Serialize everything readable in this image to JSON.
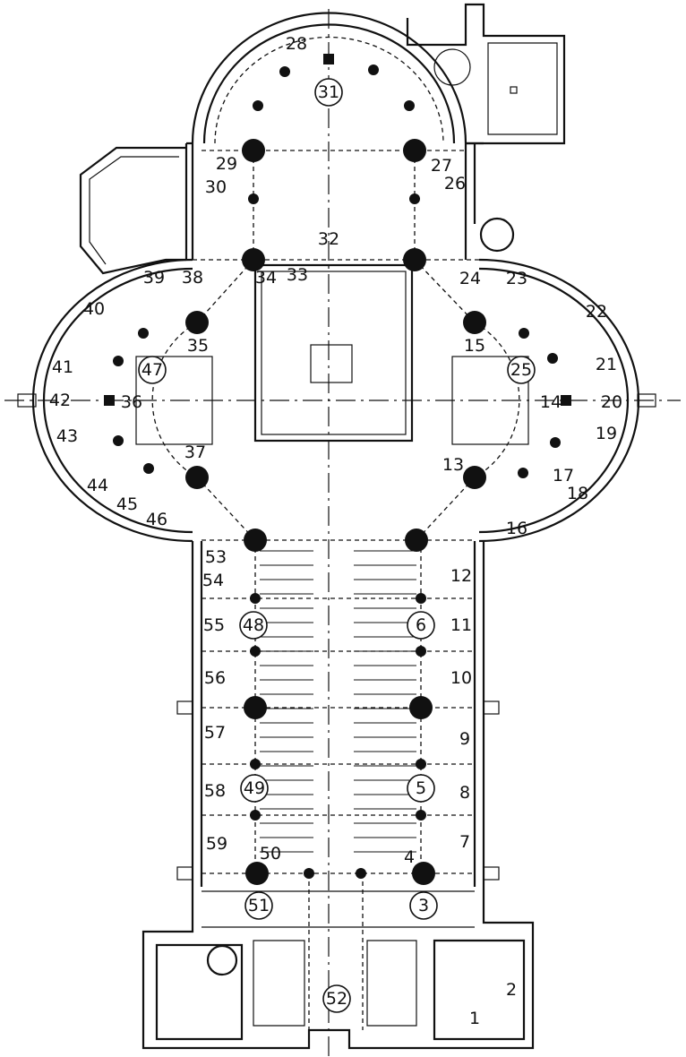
{
  "title": "Church floor plan with numbered stations",
  "labels": [
    "1",
    "2",
    "3",
    "4",
    "5",
    "6",
    "7",
    "8",
    "9",
    "10",
    "11",
    "12",
    "13",
    "14",
    "15",
    "16",
    "17",
    "18",
    "19",
    "20",
    "21",
    "22",
    "23",
    "24",
    "25",
    "26",
    "27",
    "28",
    "29",
    "30",
    "31",
    "32",
    "33",
    "34",
    "35",
    "36",
    "37",
    "38",
    "39",
    "40",
    "41",
    "42",
    "43",
    "44",
    "45",
    "46",
    "47",
    "48",
    "49",
    "50",
    "51",
    "52",
    "53",
    "54",
    "55",
    "56",
    "57",
    "58",
    "59"
  ],
  "circled": [
    "3",
    "5",
    "6",
    "25",
    "31",
    "47",
    "48",
    "49",
    "51",
    "52"
  ]
}
